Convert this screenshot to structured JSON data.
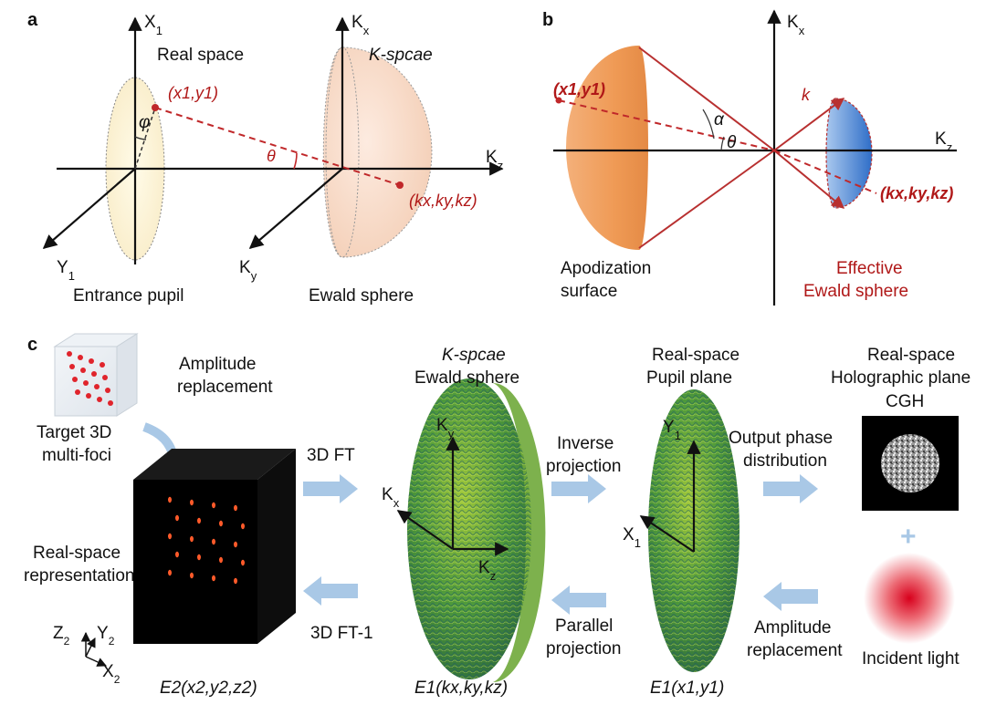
{
  "panel_a": {
    "tag": "a",
    "x1": "X",
    "x1_sub": "1",
    "y1": "Y",
    "y1_sub": "1",
    "kx": "K",
    "kx_sub": "x",
    "kz": "K",
    "kz_sub": "z",
    "ky": "K",
    "ky_sub": "y",
    "real_space": "Real space",
    "k_space": "K-spcae",
    "point_real": "(x1,y1)",
    "point_k": "(kx,ky,kz)",
    "phi": "φ",
    "theta": "θ",
    "entrance_pupil": "Entrance pupil",
    "ewald_sphere": "Ewald sphere"
  },
  "panel_b": {
    "tag": "b",
    "kx": "K",
    "kx_sub": "x",
    "kz": "K",
    "kz_sub": "z",
    "point_real": "(x1,y1)",
    "point_k": "(kx,ky,kz)",
    "k": "k",
    "alpha": "α",
    "theta": "θ",
    "apod_1": "Apodization",
    "apod_2": "surface",
    "eff_1": "Effective",
    "eff_2": "Ewald sphere"
  },
  "panel_c": {
    "tag": "c",
    "target_1": "Target 3D",
    "target_2": "multi-foci",
    "amp_rep_top_1": "Amplitude",
    "amp_rep_top_2": "replacement",
    "real_rep_1": "Real-space",
    "real_rep_2": "representation",
    "axes_z2": "Z",
    "axes_y2": "Y",
    "axes_x2": "X",
    "axes_sub": "2",
    "e2_label": "E2(x2,y2,z2)",
    "ft": "3D FT",
    "ift": "3D FT-1",
    "kspace_1": "K-spcae",
    "kspace_2": "Ewald sphere",
    "kyc": "K",
    "kyc_sub": "y",
    "kxc": "K",
    "kxc_sub": "x",
    "kzc": "K",
    "kzc_sub": "z",
    "e1k_label": "E1(kx,ky,kz)",
    "inv_1": "Inverse",
    "inv_2": "projection",
    "par_1": "Parallel",
    "par_2": "projection",
    "pupil_1": "Real-space",
    "pupil_2": "Pupil plane",
    "y1c": "Y",
    "y1c_sub": "1",
    "x1c": "X",
    "x1c_sub": "1",
    "e1x_label": "E1(x1,y1)",
    "out_1": "Output phase",
    "out_2": "distribution",
    "amp_rep_bot_1": "Amplitude",
    "amp_rep_bot_2": "replacement",
    "holo_1": "Real-space",
    "holo_2": "Holographic plane",
    "cgh": "CGH",
    "plus": "+",
    "incident": "Incident light"
  },
  "colors": {
    "red_accent": "#c0282a",
    "arrow_blue": "#a9c8e6",
    "ellipsoid_green": "#4a8a2a",
    "hemisphere_orange": "#f0a262",
    "hemisphere_blue": "#3e7dd0"
  }
}
